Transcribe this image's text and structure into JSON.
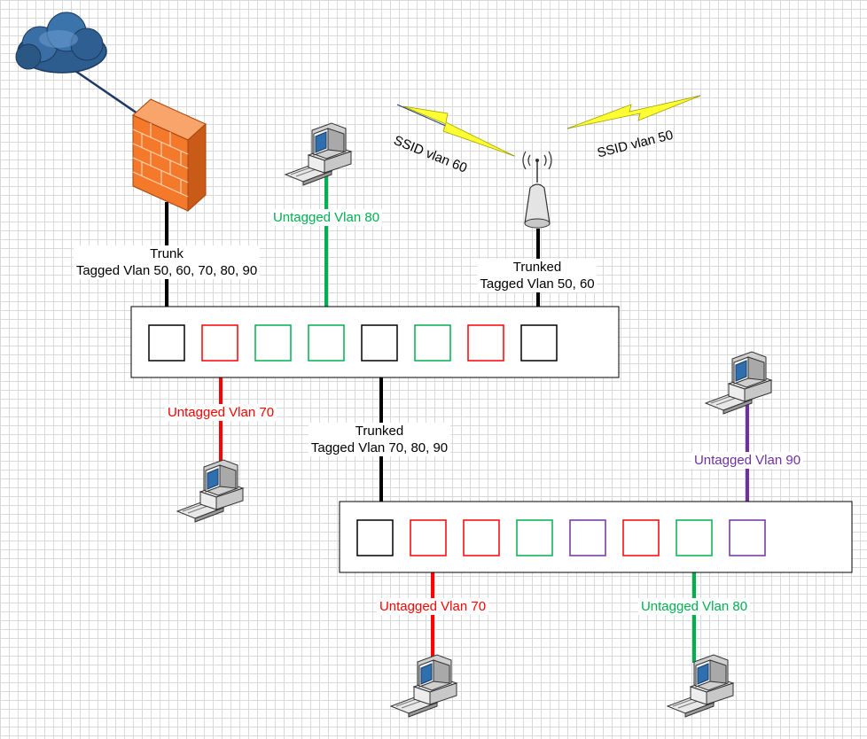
{
  "colors": {
    "trunk": "#000000",
    "vlan70": "#ff0000",
    "vlan80": "#00b050",
    "vlan90": "#7030a0",
    "uplink": "#1f3864",
    "firewall": "#f4792b",
    "wireless": "#ffff33"
  },
  "labels": {
    "firewall_trunk_line1": "Trunk",
    "firewall_trunk_line2": "Tagged Vlan 50, 60, 70, 80, 90",
    "ap_trunk_line1": "Trunked",
    "ap_trunk_line2": "Tagged Vlan 50, 60",
    "switch_trunk_line1": "Trunked",
    "switch_trunk_line2": "Tagged Vlan 70, 80, 90",
    "untagged_vlan80_top": "Untagged Vlan 80",
    "untagged_vlan70_left": "Untagged Vlan 70",
    "untagged_vlan90": "Untagged Vlan 90",
    "untagged_vlan70_bottom": "Untagged Vlan 70",
    "untagged_vlan80_bottom": "Untagged Vlan 80",
    "ssid_vlan60": "SSID vlan 60",
    "ssid_vlan50": "SSID vlan 50"
  },
  "switch1_ports": [
    "trunk",
    "vlan70",
    "vlan80",
    "vlan80",
    "trunk",
    "vlan80",
    "vlan70",
    "trunk"
  ],
  "switch2_ports": [
    "trunk",
    "vlan70",
    "vlan70",
    "vlan80",
    "vlan90",
    "vlan70",
    "vlan80",
    "vlan90"
  ],
  "icons": [
    "cloud-icon",
    "firewall-icon",
    "access-point-icon",
    "computer-icon",
    "wireless-bolt-icon"
  ]
}
